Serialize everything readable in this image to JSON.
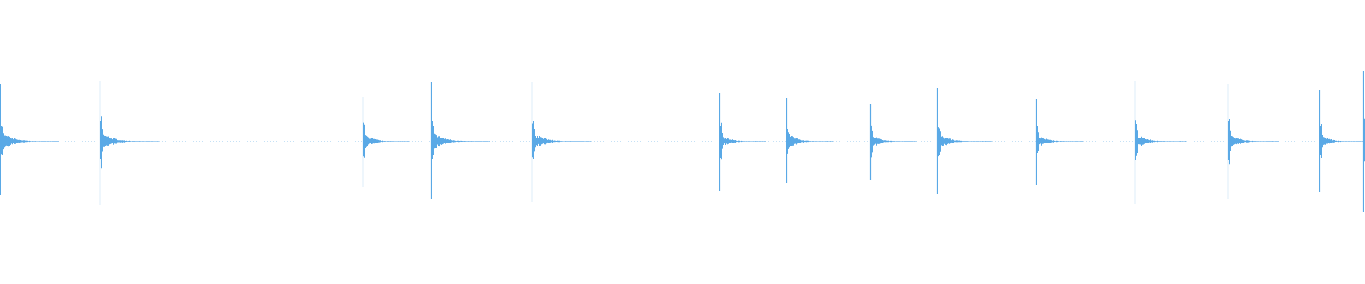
{
  "waveform": {
    "color": "#5aa9e6",
    "background": "#ffffff",
    "channels": 1,
    "transients": [
      {
        "peak_top": 0.8,
        "peak_bottom": 0.75,
        "tail_amplitude": 0.14,
        "tail_length": 0.75
      },
      {
        "peak_top": 0.85,
        "peak_bottom": 0.9,
        "tail_amplitude": 0.15,
        "tail_length": 0.75
      },
      {
        "peak_top": 0.62,
        "peak_bottom": 0.65,
        "tail_amplitude": 0.12,
        "tail_length": 0.6
      },
      {
        "peak_top": 0.83,
        "peak_bottom": 0.81,
        "tail_amplitude": 0.15,
        "tail_length": 0.75
      },
      {
        "peak_top": 0.84,
        "peak_bottom": 0.86,
        "tail_amplitude": 0.13,
        "tail_length": 0.75
      },
      {
        "peak_top": 0.68,
        "peak_bottom": 0.7,
        "tail_amplitude": 0.11,
        "tail_length": 0.6
      },
      {
        "peak_top": 0.61,
        "peak_bottom": 0.59,
        "tail_amplitude": 0.13,
        "tail_length": 0.6
      },
      {
        "peak_top": 0.52,
        "peak_bottom": 0.54,
        "tail_amplitude": 0.1,
        "tail_length": 0.6
      },
      {
        "peak_top": 0.75,
        "peak_bottom": 0.74,
        "tail_amplitude": 0.12,
        "tail_length": 0.7
      },
      {
        "peak_top": 0.6,
        "peak_bottom": 0.61,
        "tail_amplitude": 0.11,
        "tail_length": 0.6
      },
      {
        "peak_top": 0.85,
        "peak_bottom": 0.88,
        "tail_amplitude": 0.12,
        "tail_length": 0.65
      },
      {
        "peak_top": 0.8,
        "peak_bottom": 0.81,
        "tail_amplitude": 0.12,
        "tail_length": 0.65
      },
      {
        "peak_top": 0.72,
        "peak_bottom": 0.72,
        "tail_amplitude": 0.12,
        "tail_length": 0.55
      },
      {
        "peak_top": 0.99,
        "peak_bottom": 1.0,
        "tail_amplitude": 0.05,
        "tail_length": 0.05
      }
    ]
  }
}
